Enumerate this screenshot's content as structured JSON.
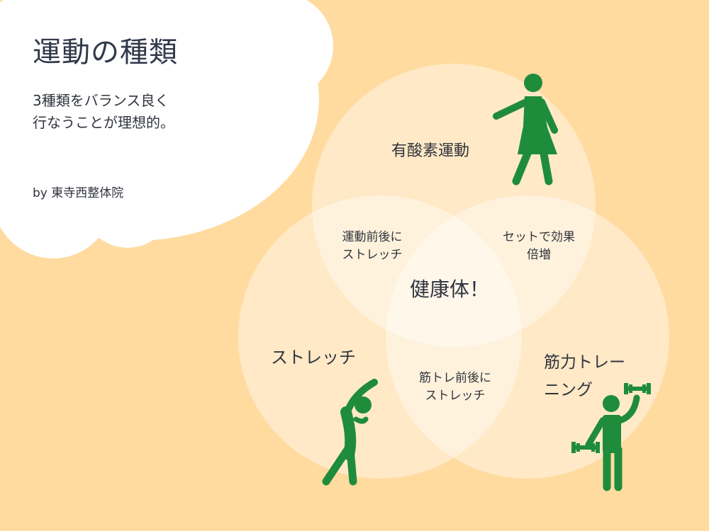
{
  "title": "運動の種類",
  "subtitle": "3種類をバランス良く\n行なうことが理想的。",
  "author": "by  東寺西整体院",
  "venn": {
    "circles": {
      "aerobic": "有酸素運動",
      "stretch": "ストレッチ",
      "strength": "筋力トレー\nニング"
    },
    "overlaps": {
      "aerobic_stretch": "運動前後に\nストレッチ",
      "aerobic_strength": "セットで効果\n倍増",
      "stretch_strength": "筋トレ前後に\nストレッチ"
    },
    "center": "健康体！"
  },
  "colors": {
    "background": "#FFDBA0",
    "cloud": "#FFFFFF",
    "figure": "#1E8C3A"
  },
  "icons": [
    "walking-person-icon",
    "stretching-person-icon",
    "dumbbell-person-icon"
  ]
}
